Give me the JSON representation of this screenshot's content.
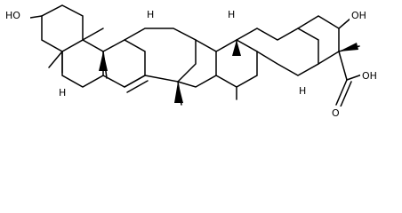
{
  "diagram": {
    "atom_labels": {
      "oh_left": "HO",
      "oh_right": "OH",
      "h_upper_left": "H",
      "h_upper_right": "H",
      "h_lower_left": "H",
      "h_lower_right": "H",
      "cooh": "OH",
      "carbonyl_o": "O"
    }
  }
}
